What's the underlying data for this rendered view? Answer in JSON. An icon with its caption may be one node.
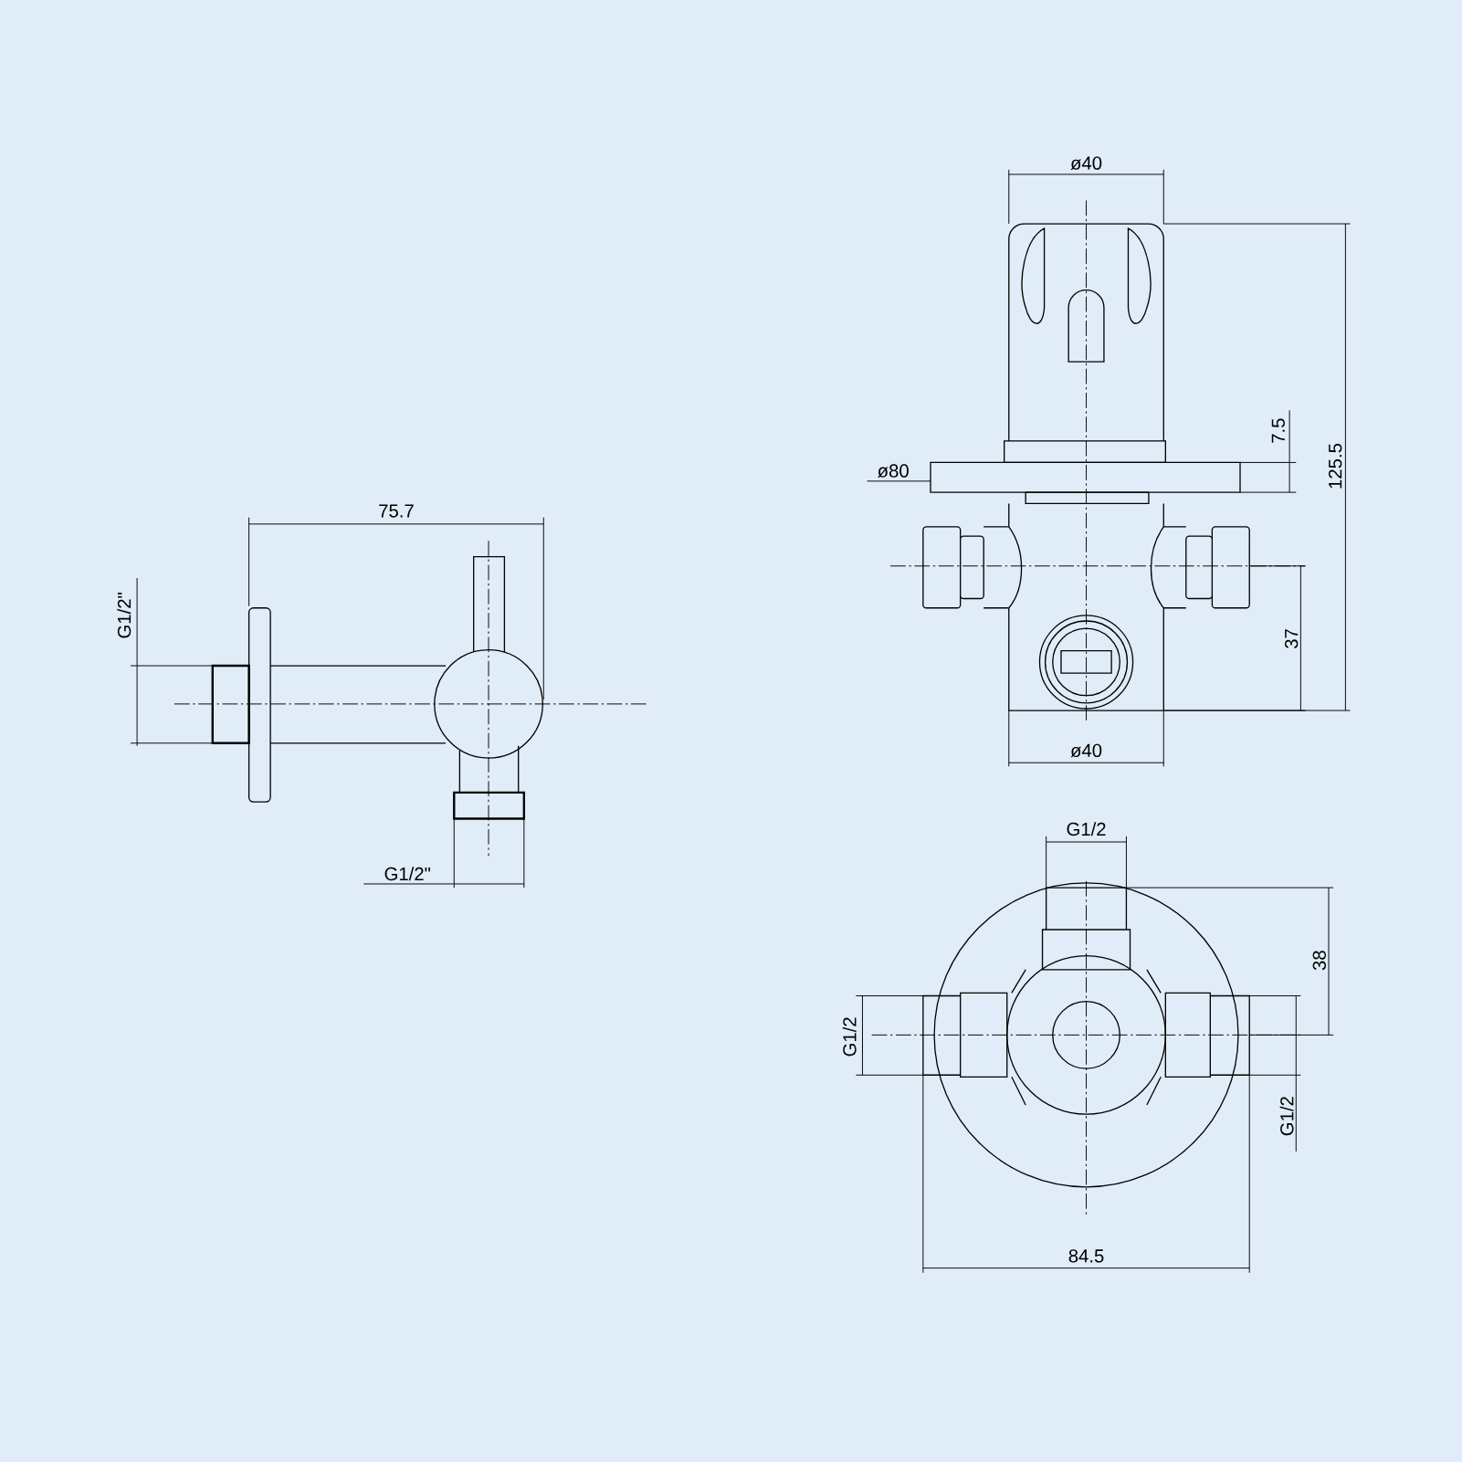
{
  "diagram": {
    "labels": [
      "ø40",
      "7.5",
      "125.5",
      "ø80",
      "75.7",
      "G1/2\"",
      "37",
      "ø40",
      "G1/2",
      "G1/2\"",
      "38",
      "G1/2",
      "G1/2",
      "84.5"
    ]
  }
}
